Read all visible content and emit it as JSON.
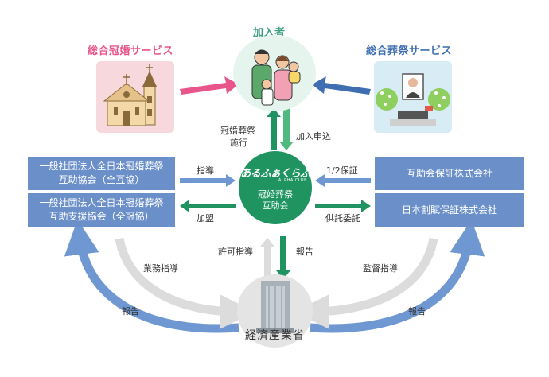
{
  "title": "加入者",
  "left_heading": "総合冠婚サービス",
  "right_heading": "総合葬祭サービス",
  "center": {
    "logo_text": "あるふぁくらぶ",
    "logo_sub": "ALPHA CLUB",
    "name_line1": "冠婚葬祭",
    "name_line2": "互助会"
  },
  "left_boxes": [
    {
      "line1": "一般社団法人全日本冠婚葬祭",
      "line2": "互助協会（全互協）"
    },
    {
      "line1": "一般社団法人全日本冠婚葬祭",
      "line2": "互助支援協会（全冠協）"
    }
  ],
  "right_boxes": [
    {
      "label": "互助会保証株式会社"
    },
    {
      "label": "日本割賦保証株式会社"
    }
  ],
  "bottom": {
    "label": "経済産業省"
  },
  "arrow_labels": {
    "service_line1": "冠婚葬祭",
    "service_line2": "施行",
    "join": "加入申込",
    "guide": "指導",
    "membership": "加盟",
    "guarantee": "1/2保証",
    "deposit": "供託委託",
    "license": "許可指導",
    "report_center": "報告",
    "business_guide": "業務指導",
    "supervision": "監督指導",
    "report_left": "報告",
    "report_right": "報告"
  },
  "colors": {
    "pink": "#e8558a",
    "teal": "#3d9e82",
    "blue_heading": "#3f6fb0",
    "box_blue": "#6b8fc9",
    "green": "#1f9461",
    "arrow_blue": "#6f98d2",
    "arrow_gray": "#dcdcdc",
    "arrow_green": "#4fb97f"
  }
}
